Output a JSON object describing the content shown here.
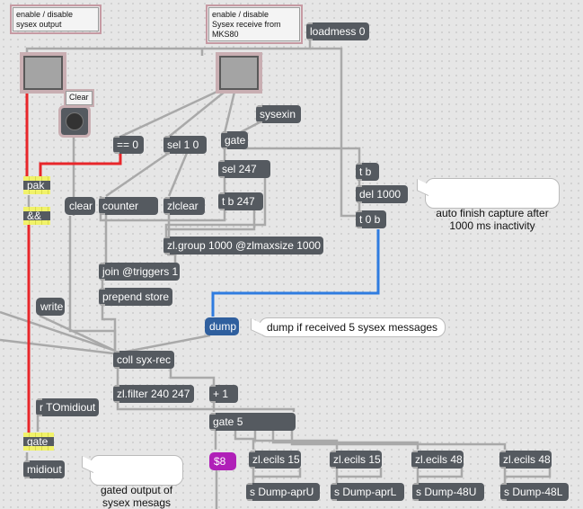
{
  "comments": {
    "sysex_output": "enable / disable\nsysex output",
    "sysex_receive": "enable / disable\nSysex receive from\nMKS80",
    "clear_label": "Clear"
  },
  "bubbles": {
    "auto_finish": "auto finish capture after\n1000 ms inactivity",
    "dump_hint": "dump if received 5 sysex messages",
    "gated_output": "gated output of\nsysex mesags"
  },
  "objects": {
    "loadmess": "loadmess 0",
    "sysexin": "sysexin",
    "eq0": "== 0",
    "sel10": "sel 1 0",
    "gate1": "gate",
    "sel247": "sel 247",
    "tb1": "t b",
    "del1000": "del 1000",
    "t0b": "t 0 b",
    "pak": "pak",
    "andand": "&&",
    "clear_msg": "clear",
    "counter": "counter",
    "zlclear": "zlclear",
    "tb247": "t b 247",
    "zlgroup": "zl.group 1000 @zlmaxsize 1000",
    "join": "join @triggers 1",
    "prepend": "prepend store",
    "write_msg": "write",
    "dump_msg": "dump",
    "coll": "coll syx-rec",
    "zlfilter": "zl.filter 240 247",
    "plus1": "+ 1",
    "rtomidiout": "r TOmidiout",
    "gate5": "gate 5",
    "gate2": "gate",
    "midiout": "midiout",
    "dollar8": "$8",
    "ecils1": "zl.ecils 15",
    "ecils2": "zl.ecils 15",
    "ecils3": "zl.ecils 48",
    "ecils4": "zl.ecils 48",
    "send1": "s Dump-aprU",
    "send2": "s Dump-aprL",
    "send3": "s Dump-48U",
    "send4": "s Dump-48L"
  },
  "colors": {
    "patch_bg": "#e6e6e6",
    "box": "#555a60",
    "wire": "#a9a9a9",
    "red_wire": "#e8262a",
    "blue_wire": "#2f7ce0",
    "gate_yellow": "#f1f26a",
    "toggle_outline": "#c9aeb2"
  }
}
